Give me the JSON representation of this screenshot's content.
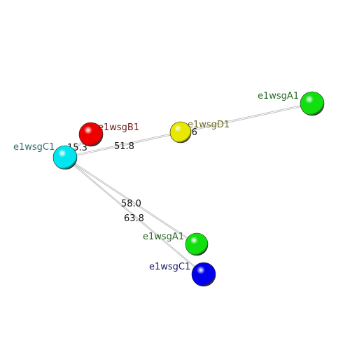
{
  "atoms": [
    {
      "id": "c1_main",
      "label": "e1wsgC1",
      "label_color": "#2f6f6f",
      "color": "#00e5ee",
      "name": "atom-e1wsgC1-cyan"
    },
    {
      "id": "b1",
      "label": "e1wsgB1",
      "label_color": "#6b1a1a",
      "color": "#ee0000",
      "name": "atom-e1wsgB1-red"
    },
    {
      "id": "d1",
      "label": "e1wsgD1",
      "label_color": "#6b6b2a",
      "color": "#e8e800",
      "name": "atom-e1wsgD1-yellow"
    },
    {
      "id": "a1_top",
      "label": "e1wsgA1",
      "label_color": "#2a6b2a",
      "color": "#10e010",
      "name": "atom-e1wsgA1-green-top"
    },
    {
      "id": "a1_bot",
      "label": "e1wsgA1",
      "label_color": "#2a6b2a",
      "color": "#10e010",
      "name": "atom-e1wsgA1-green-bottom"
    },
    {
      "id": "c1_blue",
      "label": "e1wsgC1",
      "label_color": "#1a1a6b",
      "color": "#0000ee",
      "name": "atom-e1wsgC1-blue"
    }
  ],
  "measurements": [
    {
      "from": "c1_main",
      "to": "b1",
      "value": "15.3",
      "name": "distance-c1-b1"
    },
    {
      "from": "c1_main",
      "to": "d1",
      "value": "51.8",
      "name": "distance-c1-d1"
    },
    {
      "from": "d1",
      "to": "a1_top",
      "value": "87.6",
      "name": "distance-d1-a1"
    },
    {
      "from": "c1_main",
      "to": "a1_bot",
      "value": "58.0",
      "name": "distance-c1-a1-bottom"
    },
    {
      "from": "c1_main",
      "to": "c1_blue",
      "value": "63.8",
      "name": "distance-c1-c1-blue"
    }
  ]
}
